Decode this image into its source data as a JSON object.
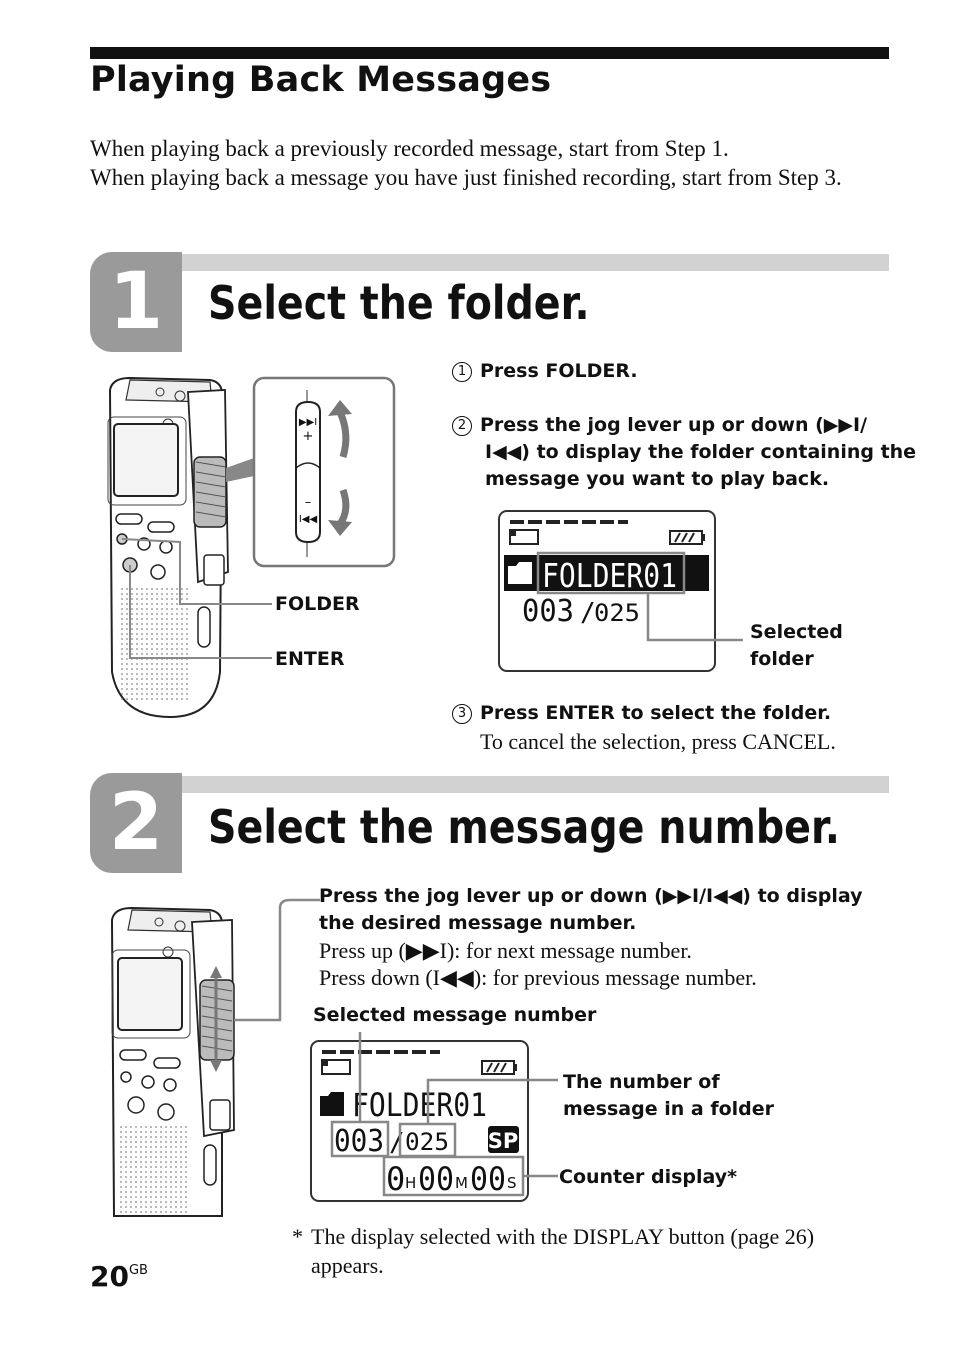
{
  "page": {
    "title": "Playing Back Messages",
    "intro": [
      "When playing back a previously recorded message, start from Step 1.",
      "When playing back a message you have just finished recording, start from Step 3."
    ],
    "page_number": "20",
    "page_suffix": "GB",
    "footnote_mark": "*",
    "footnote": "The display selected with the DISPLAY button (page 26) appears."
  },
  "step1": {
    "number": "1",
    "title": "Select the folder.",
    "instr1_mark": "1",
    "instr1": "Press FOLDER.",
    "instr2_mark": "2",
    "instr2": "Press the jog lever up or down (▶▶I/ I◀◀) to display the folder containing the message you want to play back.",
    "instr3_mark": "3",
    "instr3": "Press ENTER to select the folder.",
    "instr3_note": "To cancel the selection, press CANCEL.",
    "label_folder": "FOLDER",
    "label_enter": "ENTER",
    "label_selected_folder": "Selected folder",
    "lcd": {
      "folder": "FOLDER01",
      "count": "003",
      "total": "025"
    },
    "jog_plus": "+",
    "jog_minus": "–"
  },
  "step2": {
    "number": "2",
    "title": "Select the message number.",
    "instr_main": "Press the jog lever up or down (▶▶I/I◀◀) to display the desired message number.",
    "instr_up": "Press up (▶▶I): for next message number.",
    "instr_down": "Press down (I◀◀): for previous message number.",
    "label_selected_msg": "Selected message number",
    "label_number_of": "The number of message in a folder",
    "label_counter": "Counter display*",
    "lcd": {
      "folder": "FOLDER01",
      "count": "003",
      "total": "025",
      "mode": "SP",
      "h": "0",
      "h_unit": "H",
      "m": "00",
      "m_unit": "M",
      "s": "00",
      "s_unit": "S"
    }
  }
}
